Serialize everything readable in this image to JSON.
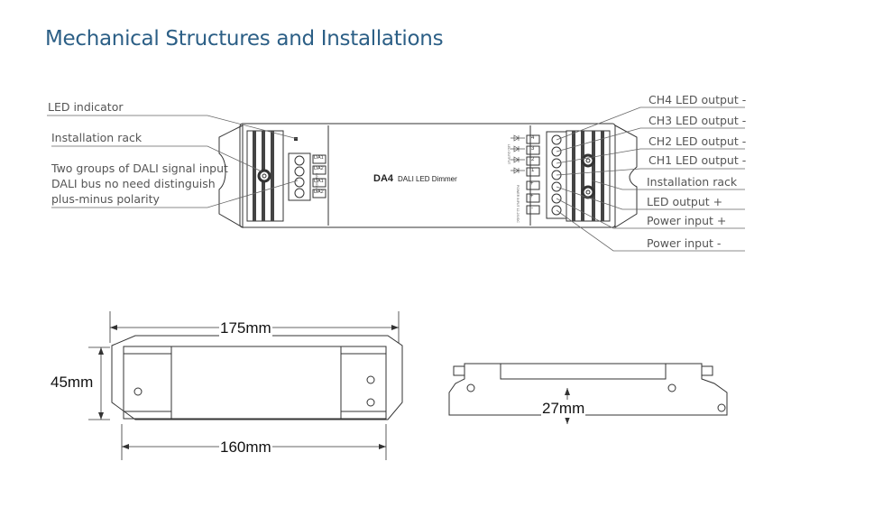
{
  "title": "Mechanical Structures and Installations",
  "left_callouts": {
    "led_indicator": "LED indicator",
    "installation_rack": "Installation rack",
    "dali_line1": "Two groups of DALI signal input",
    "dali_line2": "DALI bus no need distinguish",
    "dali_line3": "plus-minus polarity"
  },
  "right_callouts": {
    "ch4": "CH4 LED output -",
    "ch3": "CH3 LED output -",
    "ch2": "CH2 LED output -",
    "ch1": "CH1 LED output -",
    "installation_rack": "Installation rack",
    "led_output_plus": "LED output +",
    "power_input_plus": "Power input +",
    "power_input_minus": "Power input -"
  },
  "device": {
    "model": "DA4",
    "name": "DALI LED Dimmer",
    "dali_terminals": [
      "DA1",
      "DA2",
      "DA1",
      "DA2"
    ],
    "dali_side_label": "DALI SIGNAL",
    "output_terminals": [
      "4",
      "3",
      "2",
      "1",
      "+"
    ],
    "power_terminals": [
      "+",
      "-"
    ],
    "output_side_label": "LED OUTPUT",
    "power_side_label": "POWER INPUT 12-24VDC"
  },
  "dimensions": {
    "total_length": "175mm",
    "body_length": "160mm",
    "width": "45mm",
    "height": "27mm"
  }
}
